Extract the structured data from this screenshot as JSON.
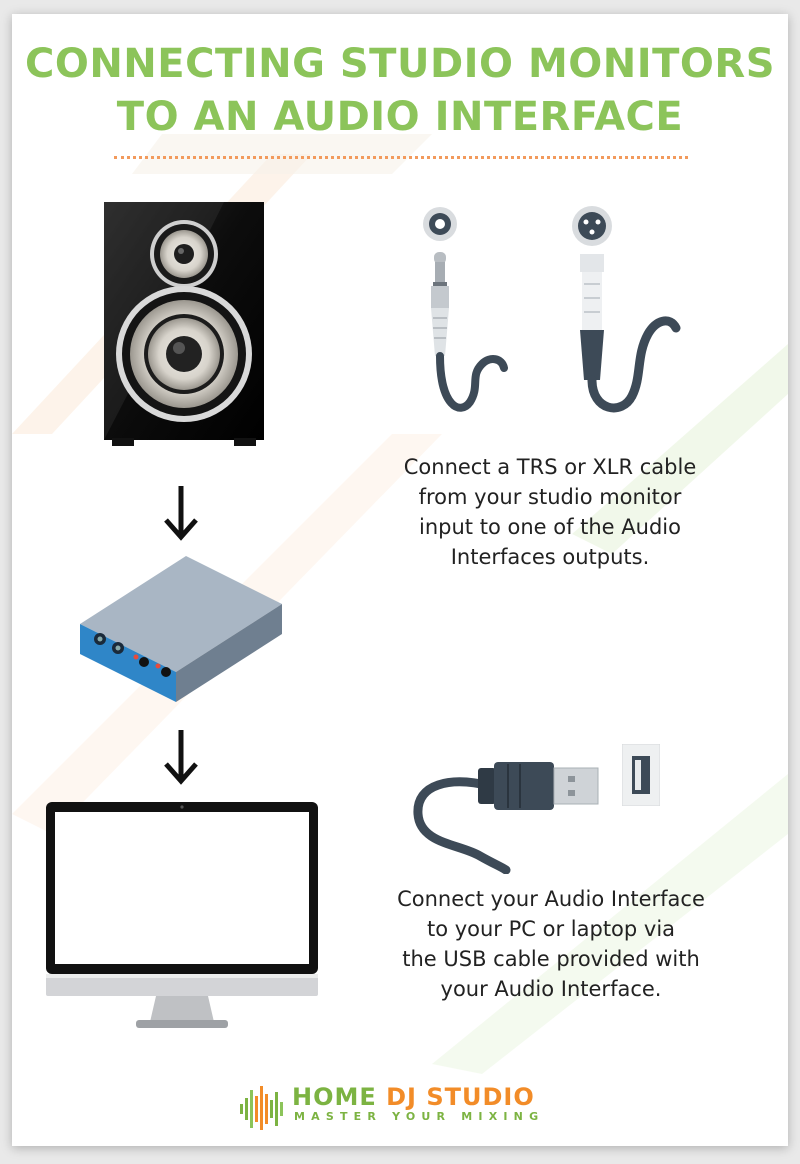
{
  "title": {
    "line1": "CONNECTING STUDIO MONITORS",
    "line2": "TO AN AUDIO INTERFACE"
  },
  "step1": {
    "lines": [
      "Connect a TRS or XLR cable",
      "from your studio monitor",
      "input to one of the Audio",
      "Interfaces outputs."
    ]
  },
  "step2": {
    "lines": [
      "Connect your Audio Interface",
      "to your PC or laptop via",
      "the USB cable provided with",
      "your Audio Interface."
    ]
  },
  "logo": {
    "name_part1": "HOME",
    "name_part2": "DJ STUDIO",
    "tagline": "MASTER YOUR MIXING"
  },
  "colors": {
    "accent": "#8cc45a",
    "logo_green": "#7cb342",
    "logo_orange": "#f28c28",
    "divider": "#f29a5c",
    "cable": "#3d4a57",
    "interface_blue": "#2f86c8"
  },
  "icons": [
    "speaker-icon",
    "arrow-down-icon",
    "audio-interface-icon",
    "monitor-icon",
    "trs-cable-icon",
    "xlr-cable-icon",
    "usb-cable-icon",
    "usb-port-icon",
    "sound-wave-logo-icon"
  ]
}
